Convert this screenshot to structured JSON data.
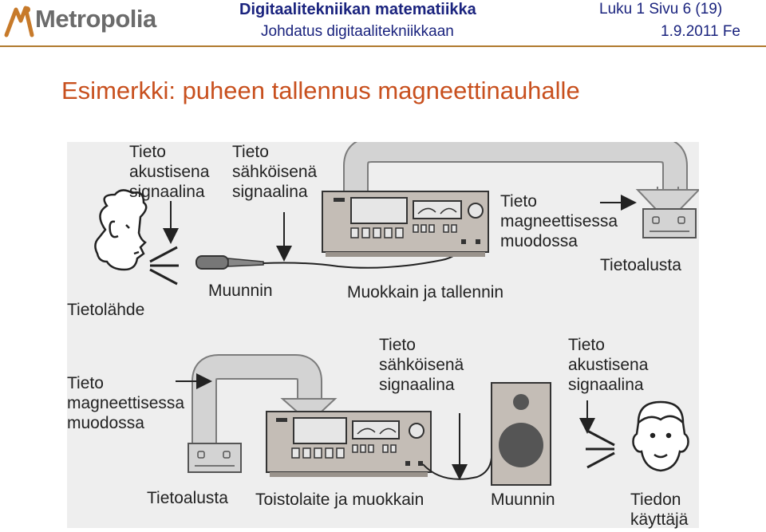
{
  "header": {
    "logo_text": "Metropolia",
    "course": "Digitaalitekniikan matematiikka",
    "page": "Luku 1  Sivu 6 (19)",
    "subtitle": "Johdatus digitaalitekniikkaan",
    "date": "1.9.2011 Fe"
  },
  "slide": {
    "title": "Esimerkki: puheen tallennus magneettinauhalle"
  },
  "figure": {
    "top_labels": {
      "acoustic": [
        "Tieto",
        "akustisena",
        "signaalina"
      ],
      "electric": [
        "Tieto",
        "sähköisenä",
        "signaalina"
      ],
      "magnetic": [
        "Tieto",
        "magneettisessa",
        "muodossa"
      ],
      "source": "Tietolähde",
      "converter": "Muunnin",
      "recorder": "Muokkain ja tallennin",
      "medium": "Tietoalusta"
    },
    "bottom_labels": {
      "magnetic": [
        "Tieto",
        "magneettisessa",
        "muodossa"
      ],
      "electric": [
        "Tieto",
        "sähköisenä",
        "signaalina"
      ],
      "acoustic": [
        "Tieto",
        "akustisena",
        "signaalina"
      ],
      "medium": "Tietoalusta",
      "player": "Toistolaite ja muokkain",
      "converter": "Muunnin",
      "user": [
        "Tiedon",
        "käyttäjä"
      ]
    }
  },
  "colors": {
    "header_text": "#1a237e",
    "title": "#c8501e",
    "rule": "#b07a2e",
    "figure_bg": "#eeeeee",
    "device_body": "#c4bdb6",
    "logo": "#c77a2a"
  }
}
